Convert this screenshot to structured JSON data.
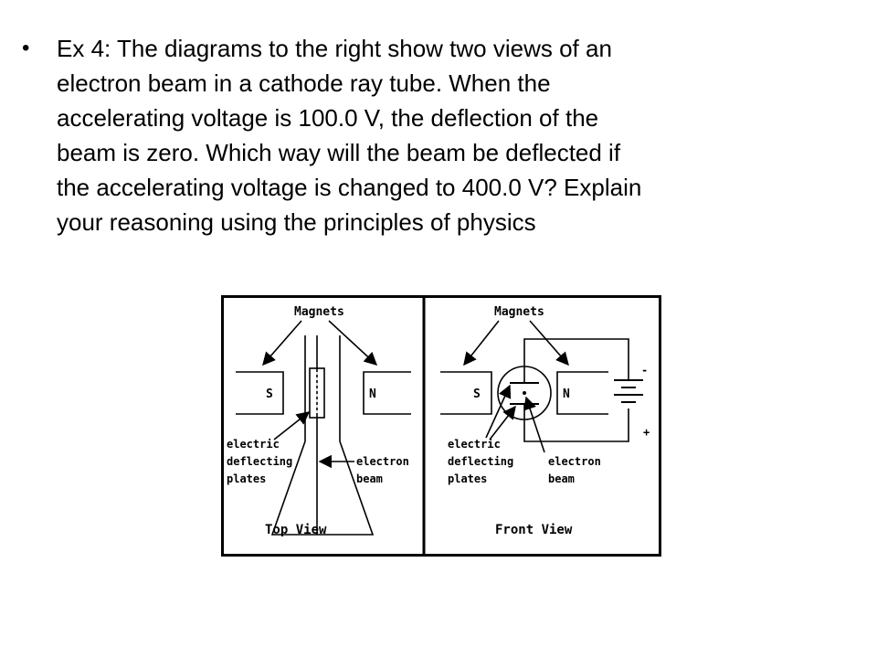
{
  "slide": {
    "bullet_text": "Ex 4: The diagrams to the right show two views of an\nelectron beam in a cathode ray tube.  When the\naccelerating voltage is 100.0 V, the deflection of the\nbeam is zero.  Which way will the beam be deflected if\nthe accelerating voltage is changed to 400.0 V?  Explain\nyour reasoning using the principles of physics"
  },
  "figure": {
    "top_view": {
      "magnets_label": "Magnets",
      "pole_left": "S",
      "pole_right": "N",
      "plates_label_line1": "electric",
      "plates_label_line2": "deflecting",
      "plates_label_line3": "plates",
      "beam_label_line1": "electron",
      "beam_label_line2": "beam",
      "caption": "Top View"
    },
    "front_view": {
      "magnets_label": "Magnets",
      "pole_left": "S",
      "pole_right": "N",
      "battery_minus": "-",
      "battery_plus": "+",
      "plates_label_line1": "electric",
      "plates_label_line2": "deflecting",
      "plates_label_line3": "plates",
      "beam_label_line1": "electron",
      "beam_label_line2": "beam",
      "caption": "Front View"
    }
  }
}
